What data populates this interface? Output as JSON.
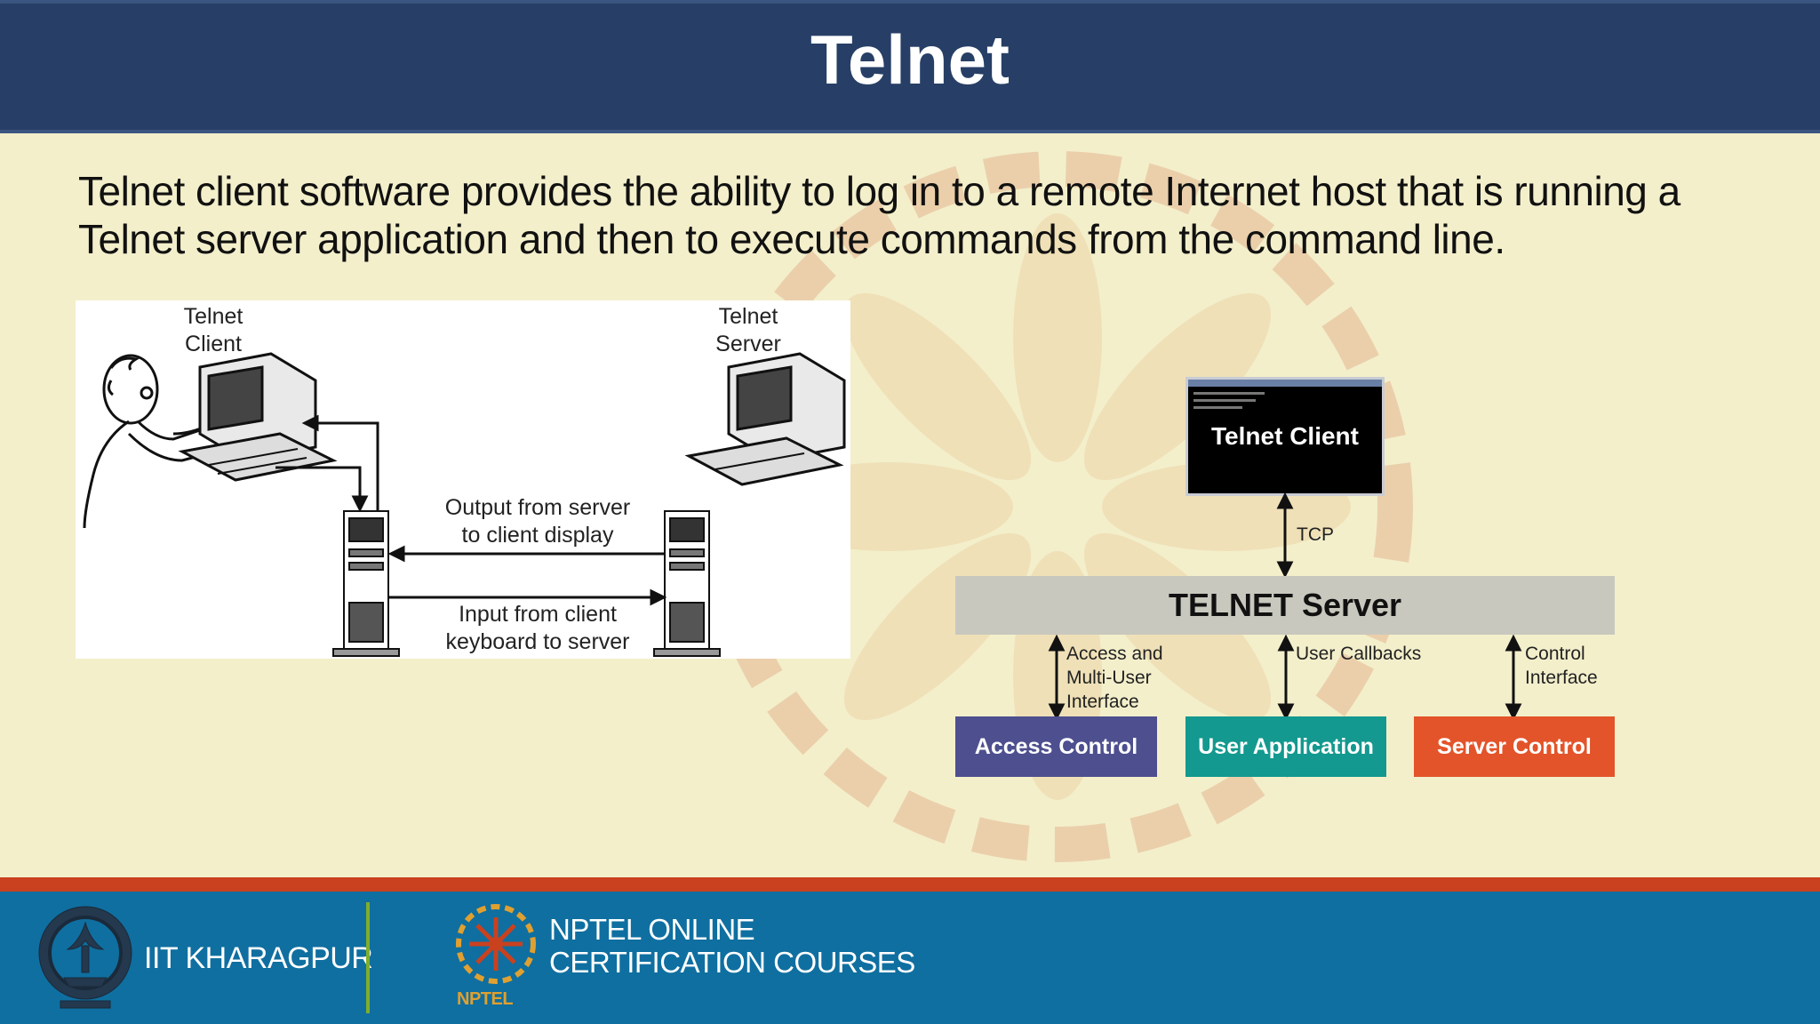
{
  "slide": {
    "title": "Telnet",
    "intro": "Telnet client software provides the ability to log in to a remote Internet host that is running a Telnet server application and then to execute commands from the command line."
  },
  "left_figure": {
    "client_label_1": "Telnet",
    "client_label_2": "Client",
    "server_label_1": "Telnet",
    "server_label_2": "Server",
    "output_1": "Output from server",
    "output_2": "to client display",
    "input_1": "Input from client",
    "input_2": "keyboard to server"
  },
  "right_figure": {
    "client_screen": "Telnet Client",
    "tcp": "TCP",
    "server": "TELNET Server",
    "link_access_1": "Access and",
    "link_access_2": "Multi-User",
    "link_access_3": "Interface",
    "link_callbacks": "User Callbacks",
    "link_control_1": "Control",
    "link_control_2": "Interface",
    "box_access": "Access Control",
    "box_user": "User Application",
    "box_server": "Server Control",
    "colors": {
      "access": "#4d4f8f",
      "user": "#13998f",
      "server": "#e3542a"
    }
  },
  "footer": {
    "institute": "IIT KHARAGPUR",
    "nptel_1": "NPTEL ONLINE",
    "nptel_2": "CERTIFICATION COURSES",
    "nptel_logo_text": "NPTEL"
  }
}
